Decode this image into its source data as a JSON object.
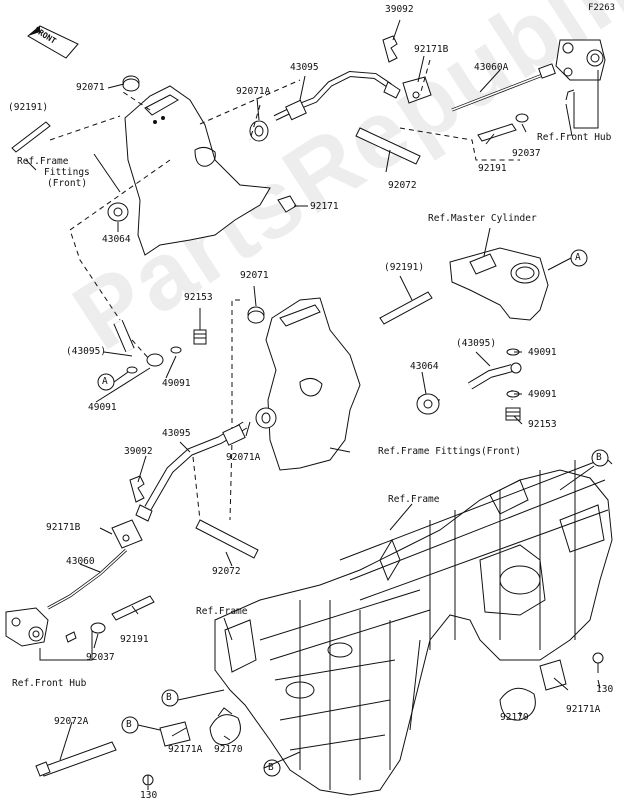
{
  "diagram_code": "F2263",
  "front_label": "FRONT",
  "watermark": "PartsRepublik",
  "labels": {
    "p39092_top": "39092",
    "p92171b_top": "92171B",
    "p43060a": "43060A",
    "p43095_top": "43095",
    "p92071_top": "92071",
    "p92071a_top": "92071A",
    "p92191_top_left": "(92191)",
    "ref_frame_fittings_front_a": "Ref.Frame",
    "ref_frame_fittings_front_b": "Fittings",
    "ref_frame_fittings_front_c": "(Front)",
    "ref_front_hub_top": "Ref.Front Hub",
    "p92037_top": "92037",
    "p92191_top_right": "92191",
    "p92072_top": "92072",
    "p43064_top": "43064",
    "p92171": "92171",
    "ref_master_cylinder": "Ref.Master Cylinder",
    "callout_a_top": "A",
    "p92071_mid": "92071",
    "p92191_mid": "(92191)",
    "p92153_left": "92153",
    "p43095_left": "(43095)",
    "p43095_right": "(43095)",
    "p49091_right_top": "49091",
    "p43064_mid": "43064",
    "p49091_right_bot": "49091",
    "p92153_right": "92153",
    "callout_a_left": "A",
    "p49091_left_a": "49091",
    "p49091_left_b": "49091",
    "p43095_mid": "43095",
    "p92071a_mid": "92071A",
    "ref_frame_fittings_front_long": "Ref.Frame Fittings(Front)",
    "callout_b_right": "B",
    "p39092_mid": "39092",
    "ref_frame_mid": "Ref.Frame",
    "p92171b_mid": "92171B",
    "p92072_mid": "92072",
    "p43060": "43060",
    "ref_frame_low": "Ref.Frame",
    "p92191_low": "92191",
    "p92037_low": "92037",
    "ref_front_hub_low": "Ref.Front Hub",
    "callout_b_low": "B",
    "p92072a": "92072A",
    "callout_b_bottom_left": "B",
    "p92171a_bottom": "92171A",
    "p92170_bottom": "92170",
    "callout_b_bottom_mid": "B",
    "p130_bottom": "130",
    "p130_right": "130",
    "p92171a_right": "92171A",
    "p92170_right": "92170"
  }
}
